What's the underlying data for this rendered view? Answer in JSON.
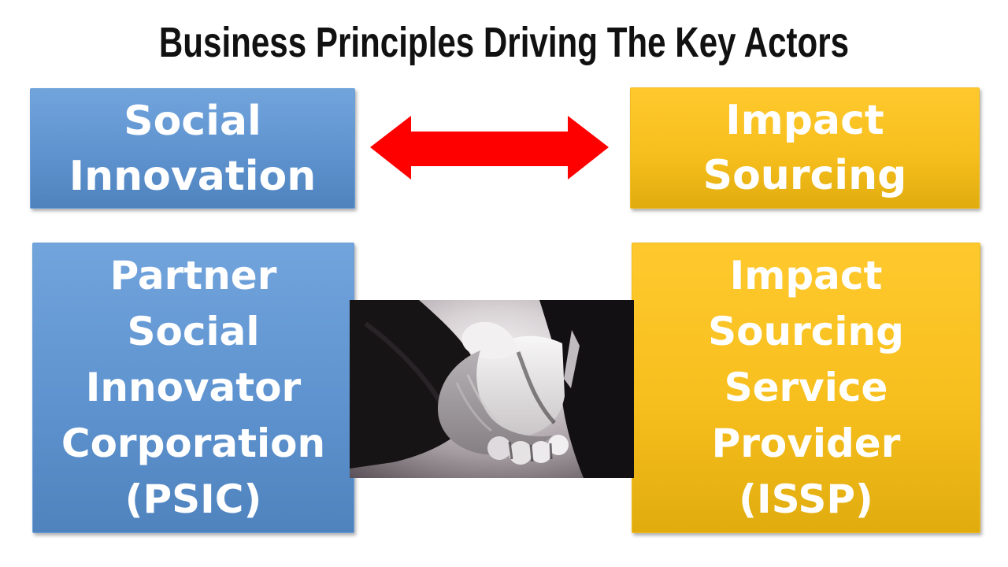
{
  "title": "Business Principles Driving The Key Actors",
  "boxes": {
    "top_left": {
      "text": "Social\nInnovation",
      "color": "#5E93CF",
      "text_color": "#FFFFFF"
    },
    "top_right": {
      "text": "Impact\nSourcing",
      "color": "#F7BF1D",
      "text_color": "#FFFFFF"
    },
    "bottom_left": {
      "text": "Partner\nSocial\nInnovator\nCorporation\n(PSIC)",
      "color": "#5E93CF",
      "text_color": "#FFFFFF"
    },
    "bottom_right": {
      "text": "Impact\nSourcing\nService\nProvider\n(ISSP)",
      "color": "#F7BF1D",
      "text_color": "#FFFFFF"
    }
  },
  "connector": {
    "icon": "double-headed-arrow-icon",
    "color": "#FF0000"
  },
  "center_image": {
    "icon": "handshake-photo",
    "style": "grayscale"
  },
  "background_color": "#FFFFFF",
  "title_color": "#111111"
}
